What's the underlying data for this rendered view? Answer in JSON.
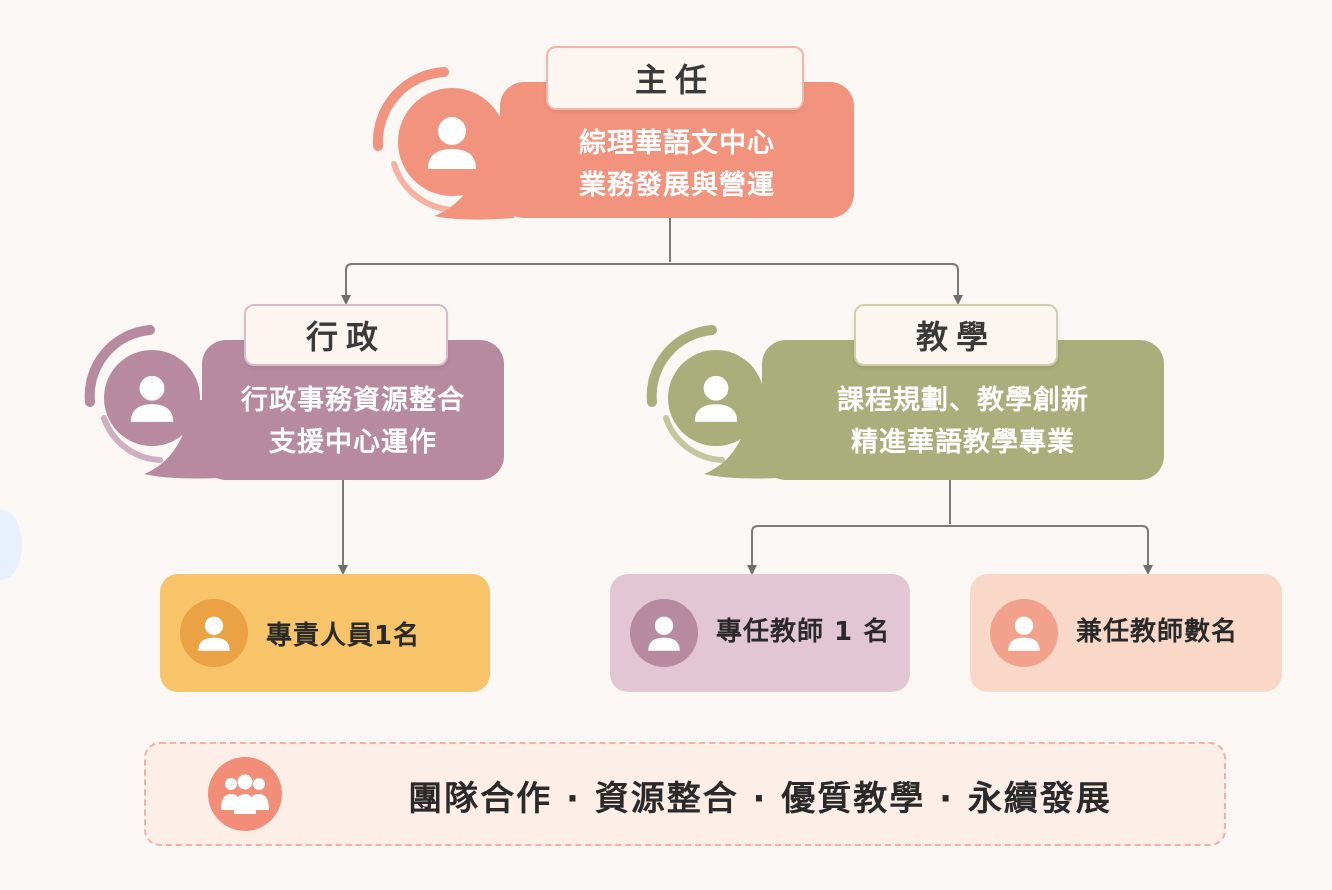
{
  "director": {
    "title": "主任",
    "desc_line1": "綜理華語文中心",
    "desc_line2": "業務發展與營運",
    "avatar_icon": "person-icon",
    "color": "#f2937e"
  },
  "admin": {
    "title": "行政",
    "desc_line1": "行政事務資源整合",
    "desc_line2": "支援中心運作",
    "avatar_icon": "person-icon",
    "color": "#b78aa0"
  },
  "teaching": {
    "title": "教學",
    "desc_line1": "課程規劃、教學創新",
    "desc_line2": "精進華語教學專業",
    "avatar_icon": "person-icon",
    "color": "#a9ae7a"
  },
  "staff": [
    {
      "label": "專責人員1名",
      "avatar_icon": "person-icon",
      "card_color": "#f7c46a",
      "avatar_color": "#eba244"
    },
    {
      "label": "專任教師 1 名",
      "avatar_icon": "person-icon",
      "card_color": "#e2c6d3",
      "avatar_color": "#b78aa0"
    },
    {
      "label": "兼任教師數名",
      "avatar_icon": "person-icon",
      "card_color": "#f9d8c8",
      "avatar_color": "#f2a28c"
    }
  ],
  "motto": {
    "text": "團隊合作 · 資源整合 · 優質教學 · 永續發展",
    "icon": "team-icon"
  }
}
